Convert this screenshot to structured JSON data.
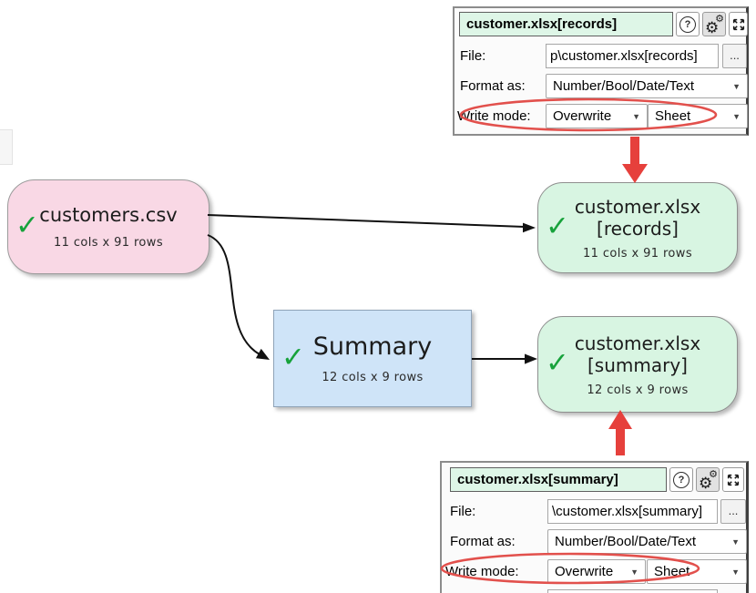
{
  "colors": {
    "node_source_pink": "#f9d8e5",
    "node_output_mint": "#d8f5e2",
    "node_transform_blue": "#cfe4f8",
    "panel_header_mint": "#def6e7",
    "red_arrow": "#e6403c",
    "red_highlight_ellipse": "#e2504c",
    "check_green": "#17a23b",
    "edge_black": "#111111"
  },
  "icons": {
    "check": "✓",
    "help": "?",
    "gear": "⚙",
    "dropdown": "▼"
  },
  "nodes": {
    "customers_csv": {
      "title": "customers.csv",
      "subtitle": "11 cols x 91 rows"
    },
    "records_output": {
      "title_line1": "customer.xlsx",
      "title_line2": "[records]",
      "subtitle": "11 cols x 91 rows"
    },
    "summary_transform": {
      "title": "Summary",
      "subtitle": "12 cols x 9 rows"
    },
    "summary_output": {
      "title_line1": "customer.xlsx",
      "title_line2": "[summary]",
      "subtitle": "12 cols x 9 rows"
    }
  },
  "panels": {
    "records": {
      "title": "customer.xlsx[records]",
      "file_label": "File:",
      "file_value": "p\\customer.xlsx[records]",
      "browse_label": "...",
      "format_label": "Format as:",
      "format_value": "Number/Bool/Date/Text",
      "write_mode_label": "Write mode:",
      "write_mode_value": "Overwrite",
      "write_target_value": "Sheet"
    },
    "summary": {
      "title": "customer.xlsx[summary]",
      "file_label": "File:",
      "file_value": "\\customer.xlsx[summary]",
      "browse_label": "...",
      "format_label": "Format as:",
      "format_value": "Number/Bool/Date/Text",
      "write_mode_label": "Write mode:",
      "write_mode_value": "Overwrite",
      "write_target_value": "Sheet"
    }
  }
}
